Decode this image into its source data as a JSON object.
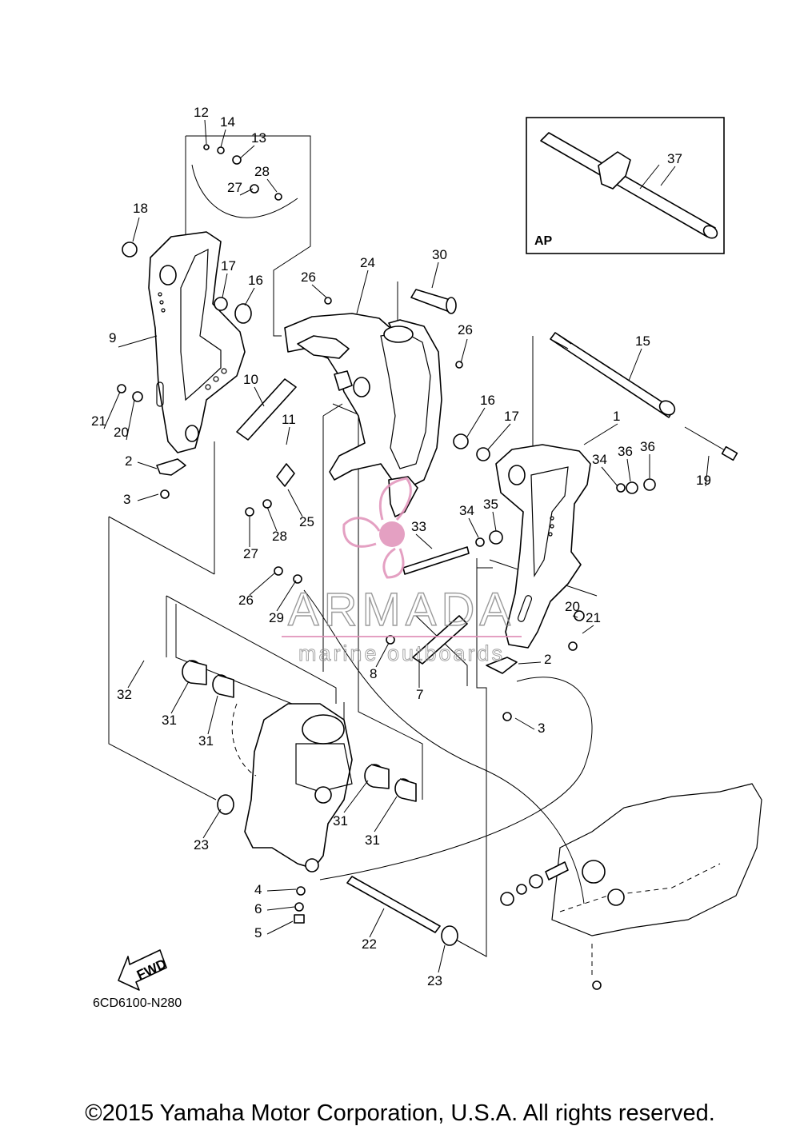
{
  "diagram": {
    "drawing_code": "6CD6100-N280",
    "copyright": "©2015 Yamaha Motor Corporation, U.S.A. All rights reserved.",
    "inset_label": "AP",
    "direction_label": "FWD",
    "watermark": {
      "brand": "ARMADA",
      "tagline": "marine outboards",
      "color": "#e090b8"
    },
    "callouts": [
      {
        "id": "c12",
        "text": "12"
      },
      {
        "id": "c14",
        "text": "14"
      },
      {
        "id": "c13",
        "text": "13"
      },
      {
        "id": "c28a",
        "text": "28"
      },
      {
        "id": "c27a",
        "text": "27"
      },
      {
        "id": "c18",
        "text": "18"
      },
      {
        "id": "c17a",
        "text": "17"
      },
      {
        "id": "c16a",
        "text": "16"
      },
      {
        "id": "c26a",
        "text": "26"
      },
      {
        "id": "c24",
        "text": "24"
      },
      {
        "id": "c30",
        "text": "30"
      },
      {
        "id": "c26b",
        "text": "26"
      },
      {
        "id": "c37",
        "text": "37"
      },
      {
        "id": "c15",
        "text": "15"
      },
      {
        "id": "c9",
        "text": "9"
      },
      {
        "id": "c10",
        "text": "10"
      },
      {
        "id": "c21a",
        "text": "21"
      },
      {
        "id": "c20a",
        "text": "20"
      },
      {
        "id": "c11",
        "text": "11"
      },
      {
        "id": "c16b",
        "text": "16"
      },
      {
        "id": "c17b",
        "text": "17"
      },
      {
        "id": "c1",
        "text": "1"
      },
      {
        "id": "c19",
        "text": "19"
      },
      {
        "id": "c2a",
        "text": "2"
      },
      {
        "id": "c34a",
        "text": "34"
      },
      {
        "id": "c36a",
        "text": "36"
      },
      {
        "id": "c36b",
        "text": "36"
      },
      {
        "id": "c3a",
        "text": "3"
      },
      {
        "id": "c25",
        "text": "25"
      },
      {
        "id": "c28b",
        "text": "28"
      },
      {
        "id": "c27b",
        "text": "27"
      },
      {
        "id": "c34b",
        "text": "34"
      },
      {
        "id": "c35",
        "text": "35"
      },
      {
        "id": "c33",
        "text": "33"
      },
      {
        "id": "c26c",
        "text": "26"
      },
      {
        "id": "c29",
        "text": "29"
      },
      {
        "id": "c20b",
        "text": "20"
      },
      {
        "id": "c21b",
        "text": "21"
      },
      {
        "id": "c8",
        "text": "8"
      },
      {
        "id": "c2b",
        "text": "2"
      },
      {
        "id": "c7",
        "text": "7"
      },
      {
        "id": "c32",
        "text": "32"
      },
      {
        "id": "c31a",
        "text": "31"
      },
      {
        "id": "c31b",
        "text": "31"
      },
      {
        "id": "c3b",
        "text": "3"
      },
      {
        "id": "c31c",
        "text": "31"
      },
      {
        "id": "c31d",
        "text": "31"
      },
      {
        "id": "c23a",
        "text": "23"
      },
      {
        "id": "c4",
        "text": "4"
      },
      {
        "id": "c6",
        "text": "6"
      },
      {
        "id": "c5",
        "text": "5"
      },
      {
        "id": "c22",
        "text": "22"
      },
      {
        "id": "c23b",
        "text": "23"
      }
    ]
  }
}
